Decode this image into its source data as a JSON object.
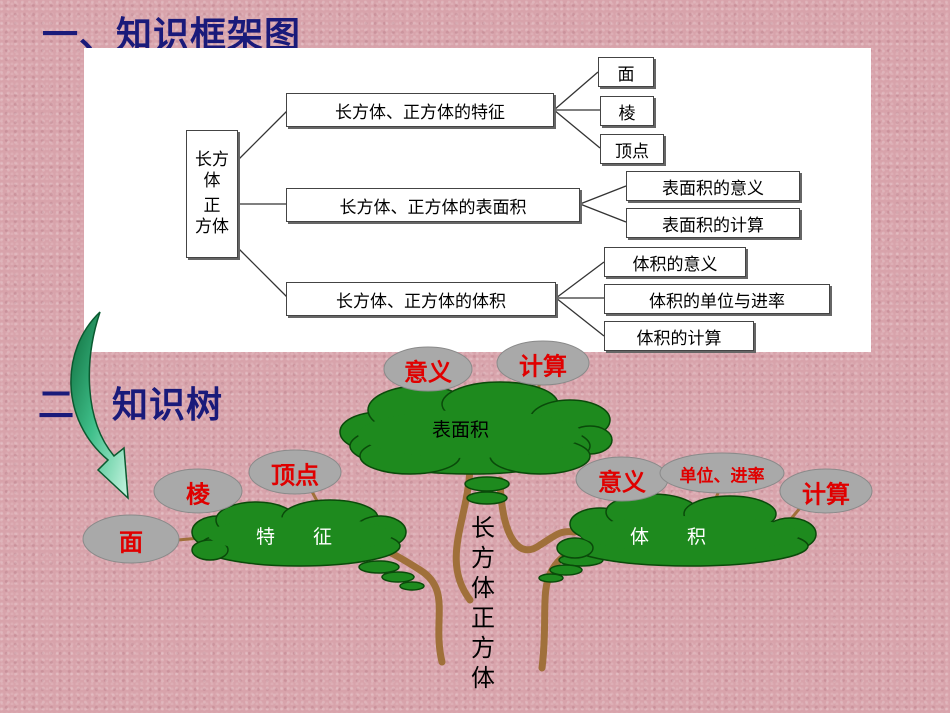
{
  "headings": {
    "section1": "一、知识框架图",
    "section2": "二、知识树"
  },
  "framework": {
    "root_line1": "长方",
    "root_line2": "体",
    "root_line3": "正",
    "root_line4": "方体",
    "branches": [
      {
        "label": "长方体、正方体的特征",
        "children": [
          "面",
          "棱",
          "顶点"
        ]
      },
      {
        "label": "长方体、正方体的表面积",
        "children": [
          "表面积的意义",
          "表面积的计算"
        ]
      },
      {
        "label": "长方体、正方体的体积",
        "children": [
          "体积的意义",
          "体积的单位与进率",
          "体积的计算"
        ]
      }
    ]
  },
  "tree": {
    "trunk_chars": [
      "长",
      "方",
      "体",
      "正",
      "方",
      "体"
    ],
    "crown_top": "表面积",
    "crown_left": "特　　征",
    "crown_right": "体　　积",
    "leaves_top": [
      "意义",
      "计算"
    ],
    "leaves_left": [
      "面",
      "棱",
      "顶点"
    ],
    "leaves_right": [
      "意义",
      "单位、进率",
      "计算"
    ]
  },
  "colors": {
    "heading": "#1a1a7a",
    "cloud_fill": "#1e8a1e",
    "leaf_fill": "#a9a9a9",
    "leaf_text": "#e00000",
    "branch": "#a0703a",
    "background": "#d8a3ab"
  }
}
